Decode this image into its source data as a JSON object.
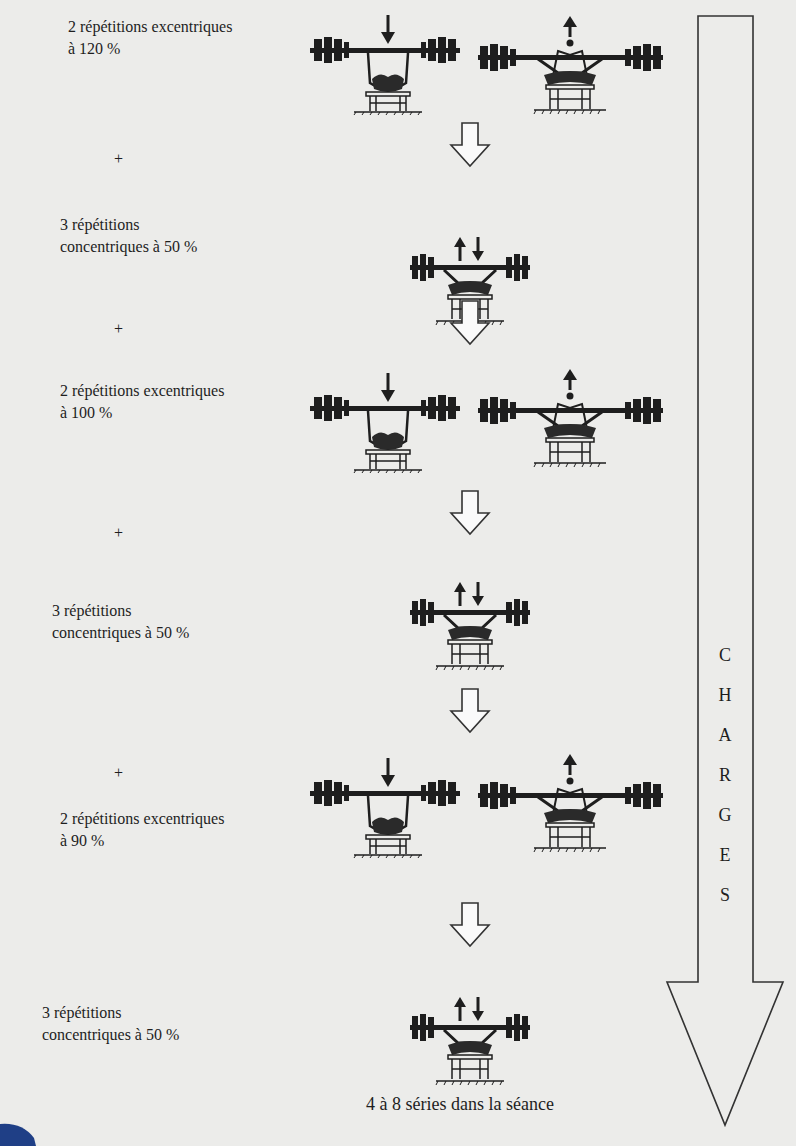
{
  "diagram": {
    "caption": "4 à 8 séries dans la séance",
    "nodes": [
      {
        "text": [
          "CHARGES"
        ]
      }
    ],
    "labels": [
      "2 répétitions excentriques à 120 %",
      "+",
      "3 répétitions concentriques à 50 %",
      "+",
      "2 répétitions excentriques à 100 %",
      "+",
      "3 répétitions concentriques à 50 %",
      "+",
      "2 répétitions excentriques à 90 %",
      "3 répétitions concentriques à 50 %"
    ]
  }
}
